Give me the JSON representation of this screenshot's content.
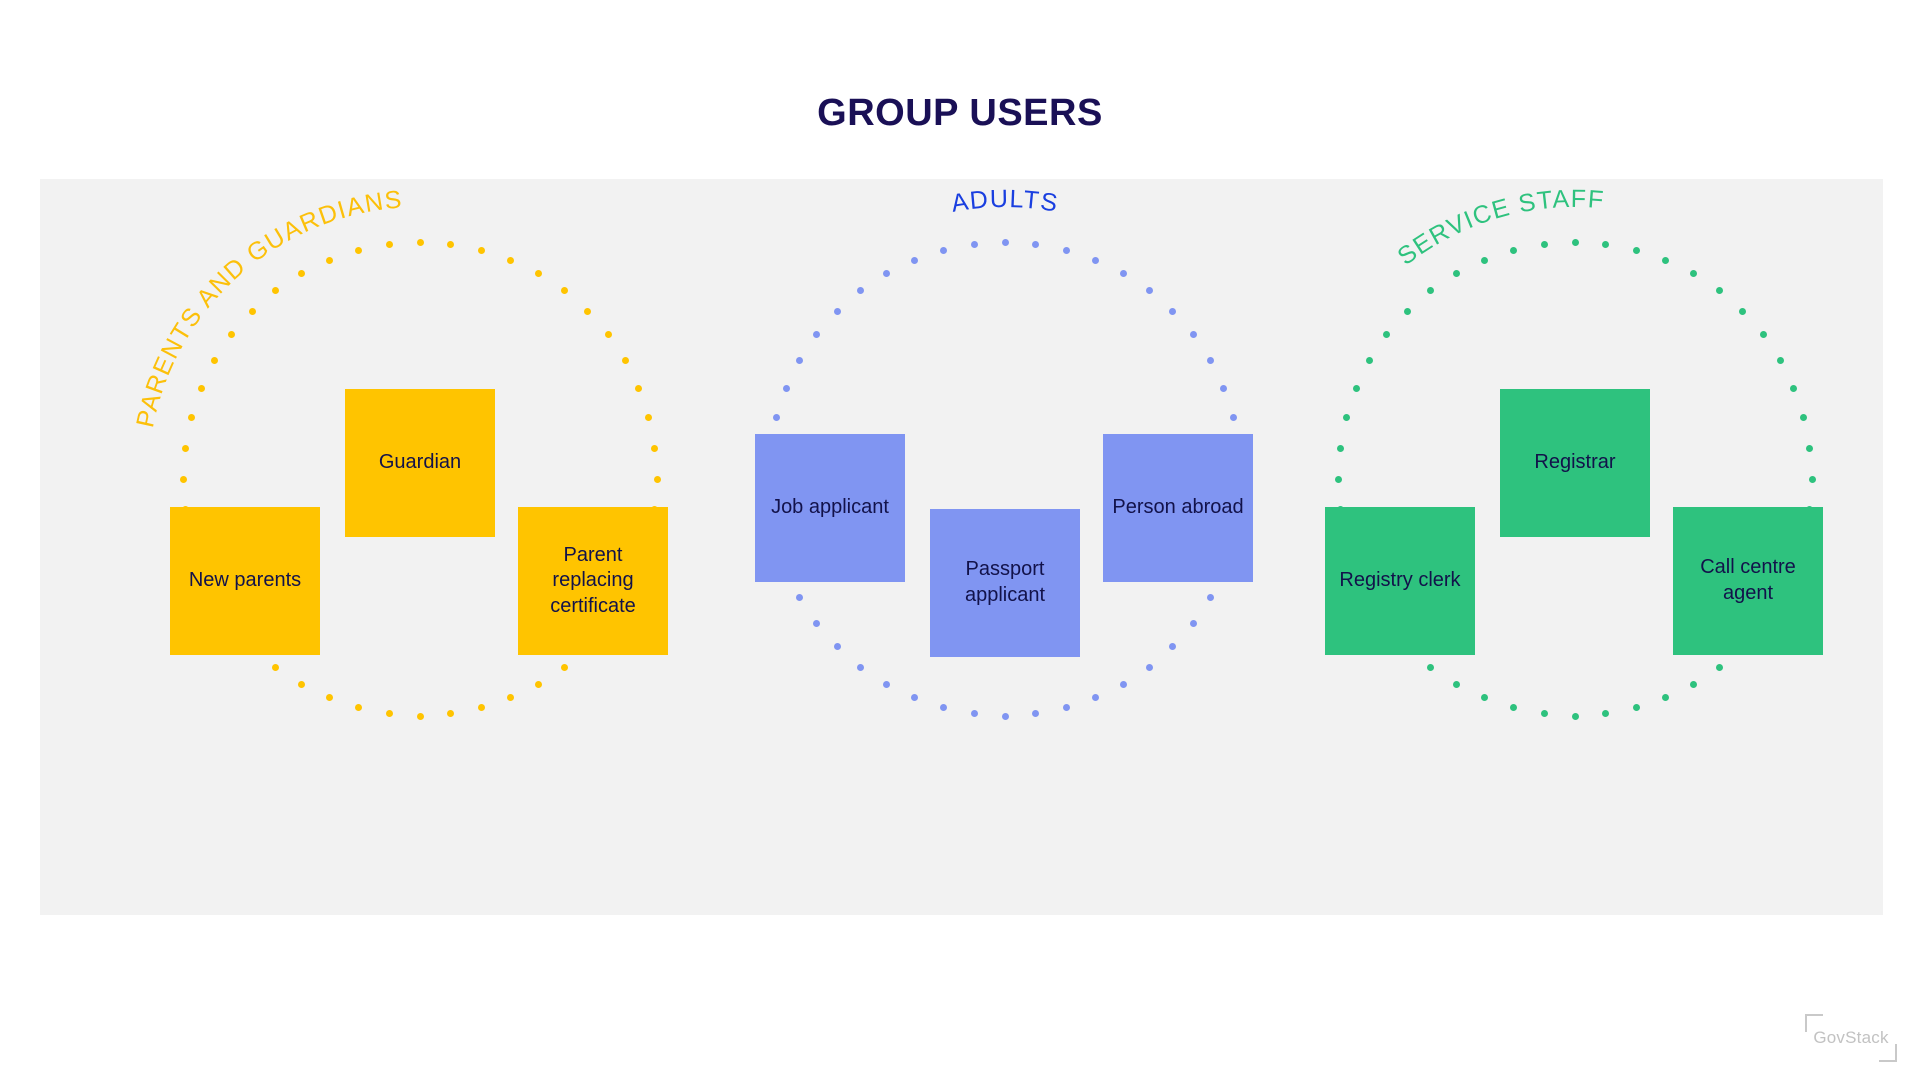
{
  "page": {
    "title": "GROUP USERS",
    "background": "#ffffff",
    "panel_background": "#f2f2f2",
    "title_color": "#1a1056",
    "card_text_color": "#12124a"
  },
  "groups": [
    {
      "id": "parents-and-guardians",
      "label": "PARENTS AND GUARDIANS",
      "color": "#ffc400",
      "label_color": "#fcc00a",
      "cards": [
        {
          "label": "New parents"
        },
        {
          "label": "Guardian"
        },
        {
          "label": "Parent replacing certificate"
        }
      ]
    },
    {
      "id": "adults",
      "label": "ADULTS",
      "color": "#8095f2",
      "label_color": "#1a3fe0",
      "cards": [
        {
          "label": "Job applicant"
        },
        {
          "label": "Passport applicant"
        },
        {
          "label": "Person abroad"
        }
      ]
    },
    {
      "id": "service-staff",
      "label": "SERVICE STAFF",
      "color": "#2ec27e",
      "label_color": "#2ec27e",
      "cards": [
        {
          "label": "Registry clerk"
        },
        {
          "label": "Registrar"
        },
        {
          "label": "Call centre agent"
        }
      ]
    }
  ],
  "logo": {
    "text": "GovStack",
    "color": "#c2c2c2"
  },
  "chart_data": {
    "type": "diagram",
    "title": "GROUP USERS",
    "layout": "three dotted circles, each with a curved heading and three square labelled cards",
    "clusters": [
      {
        "name": "PARENTS AND GUARDIANS",
        "color": "#ffc400",
        "members": [
          "New parents",
          "Guardian",
          "Parent replacing certificate"
        ]
      },
      {
        "name": "ADULTS",
        "color": "#8095f2",
        "members": [
          "Job applicant",
          "Passport applicant",
          "Person abroad"
        ]
      },
      {
        "name": "SERVICE STAFF",
        "color": "#2ec27e",
        "members": [
          "Registry clerk",
          "Registrar",
          "Call centre agent"
        ]
      }
    ]
  }
}
